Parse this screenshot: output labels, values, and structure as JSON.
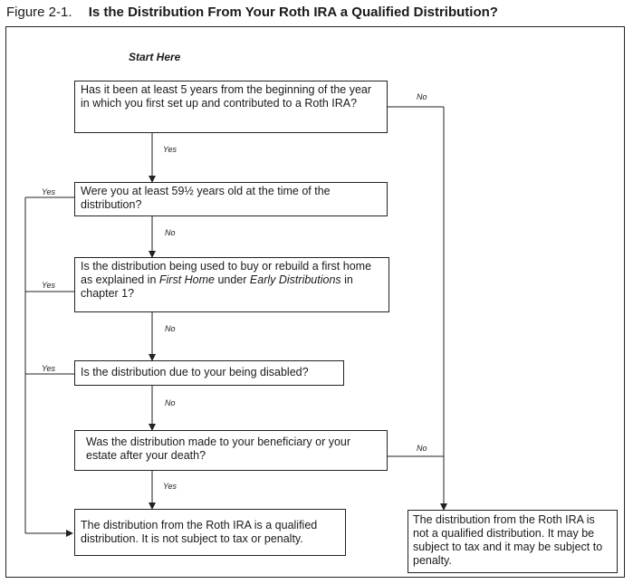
{
  "figure": {
    "number": "Figure 2-1.",
    "title": "Is the Distribution From Your Roth IRA a Qualified Distribution?"
  },
  "start_label": "Start Here",
  "questions": {
    "q1": "Has it been at least 5 years from the beginning of the year in which you first set up and contributed to a Roth IRA?",
    "q2": "Were you at least 59½ years old at the time of the distribution?",
    "q3_a": "Is the distribution being used to buy or rebuild a first home as explained in ",
    "q3_b": "First Home",
    "q3_c": " under ",
    "q3_d": "Early Distributions",
    "q3_e": " in chapter 1?",
    "q4": "Is the distribution due to your being disabled?",
    "q5": "Was the distribution made to your beneficiary or your estate after your death?"
  },
  "outcomes": {
    "qualified": "The distribution from the Roth IRA is a qualified distribution. It is not subject to tax or penalty.",
    "not_qualified": "The distribution from the Roth IRA is not a qualified distribution. It may be subject to tax and it may be subject to penalty."
  },
  "edge_labels": {
    "yes": "Yes",
    "no": "No"
  }
}
